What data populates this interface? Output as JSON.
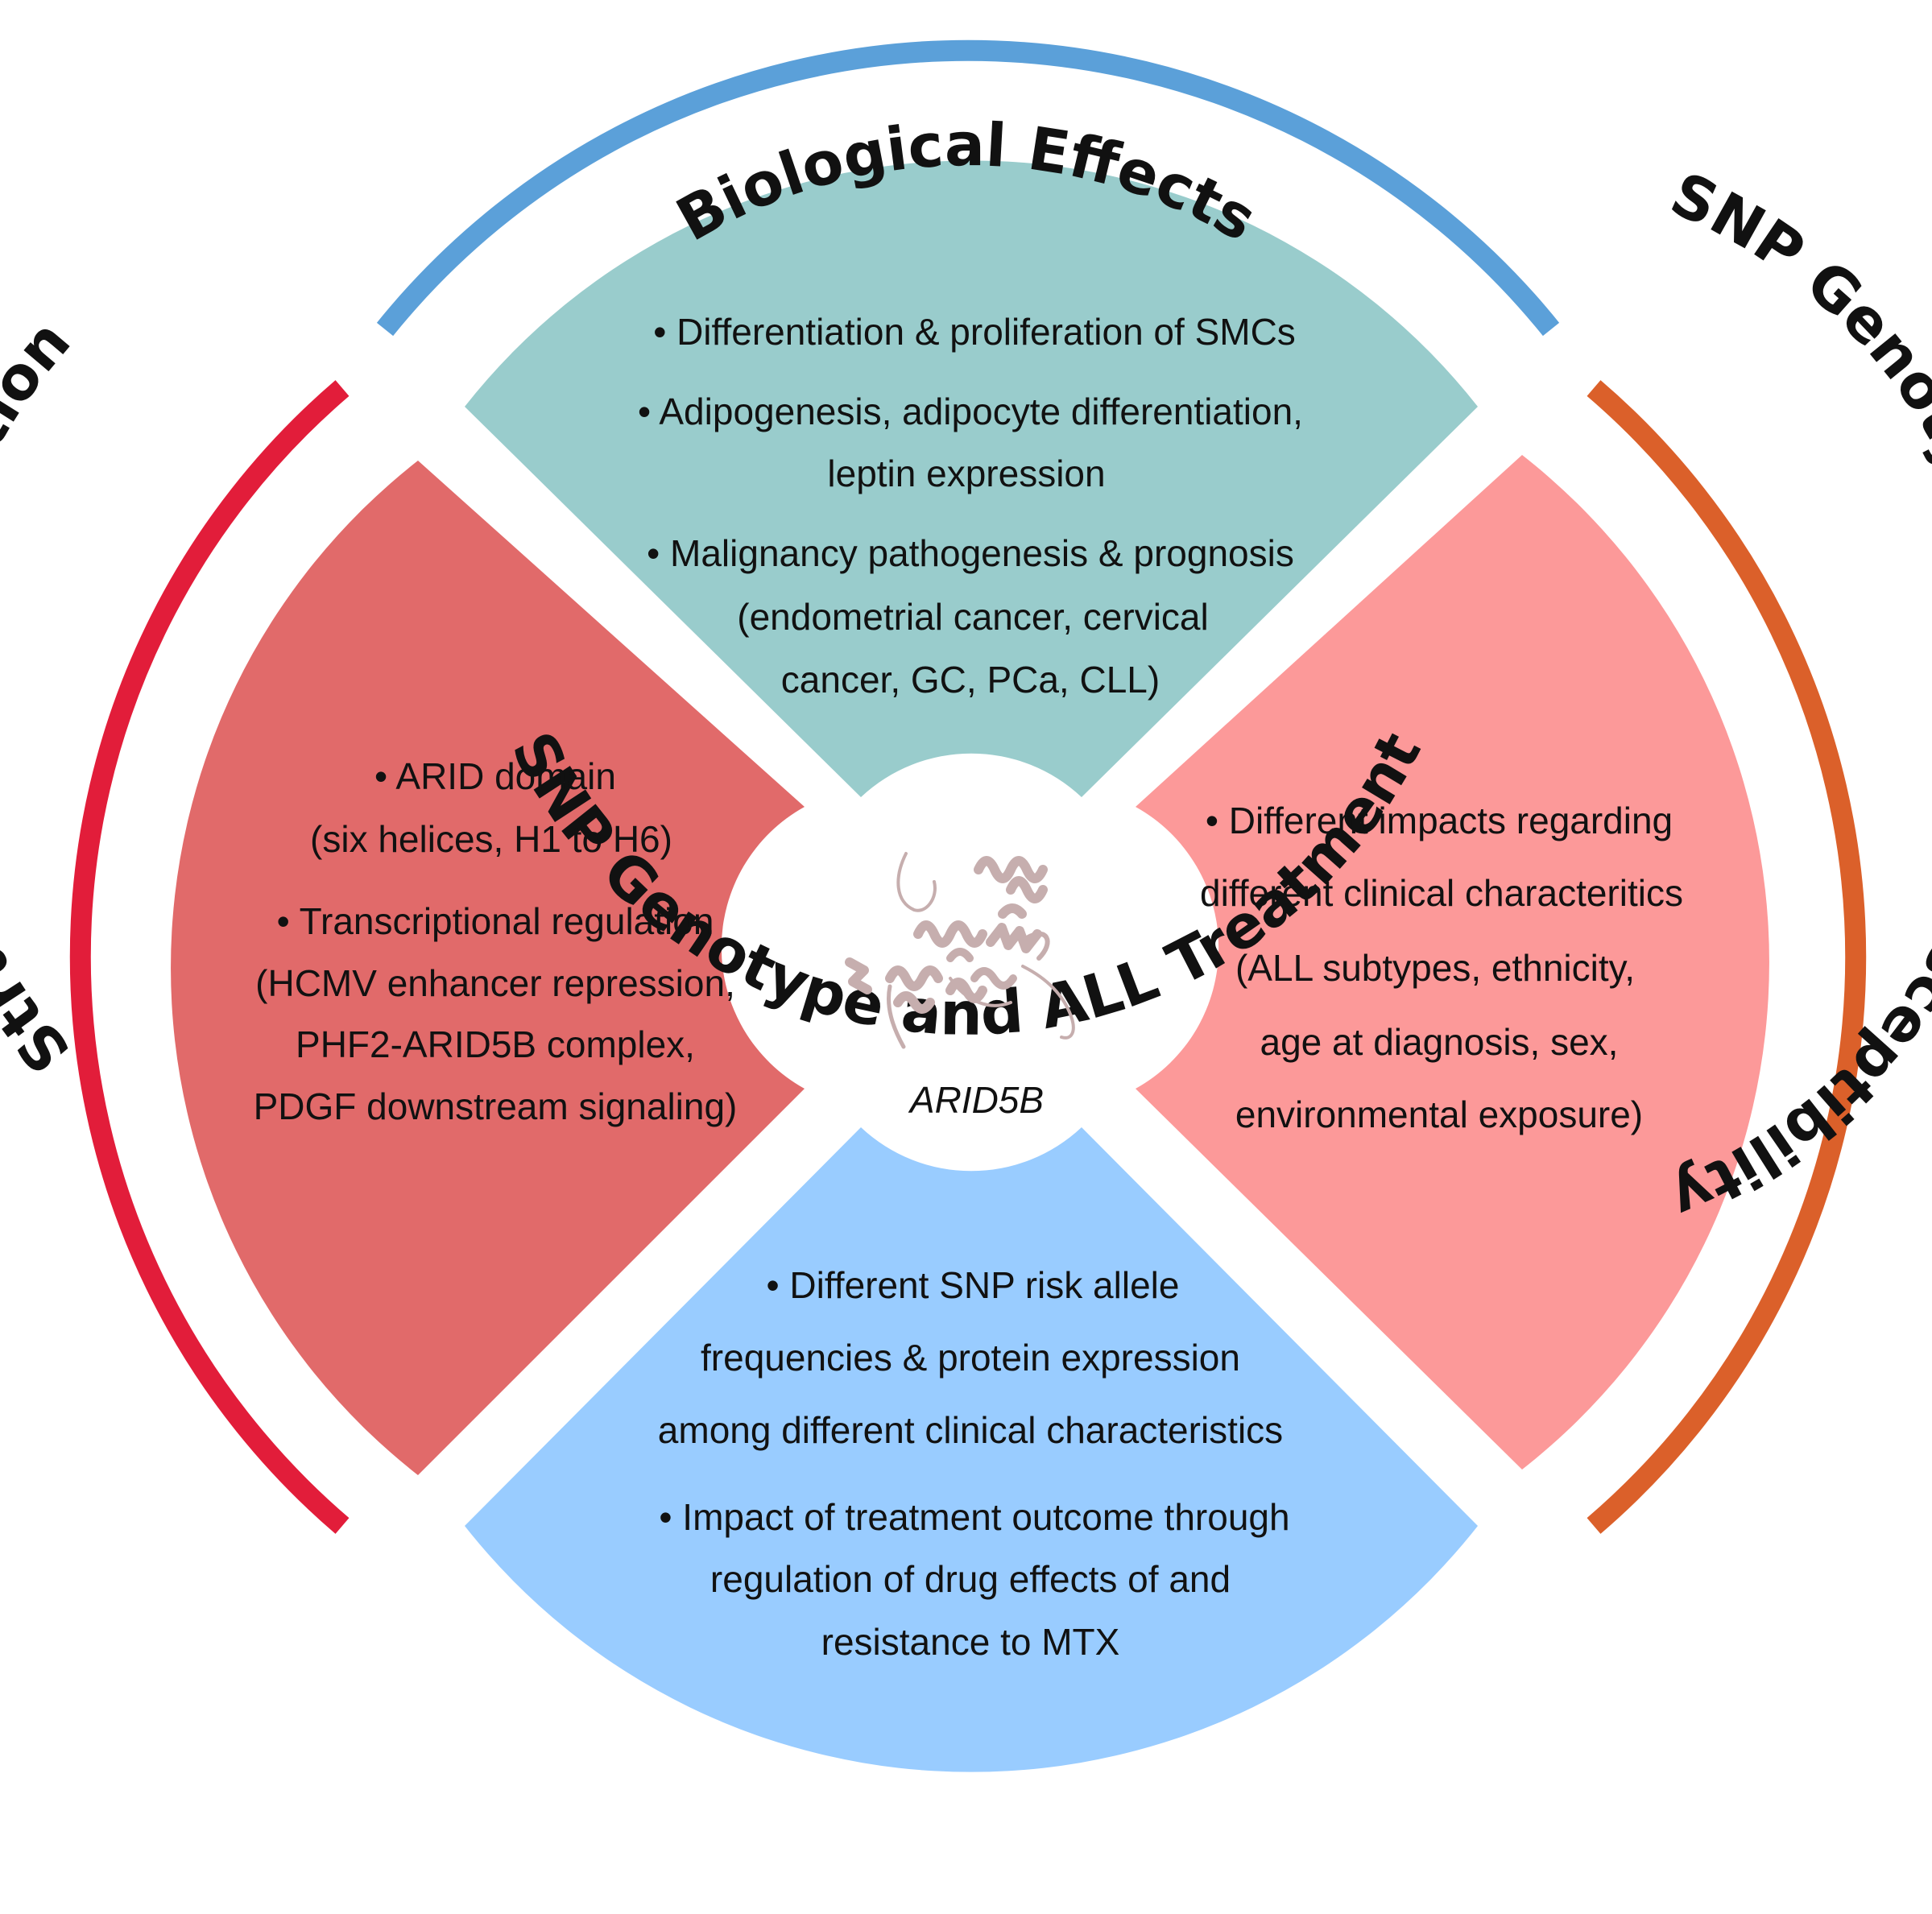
{
  "center": {
    "label": "ARID5B"
  },
  "colors": {
    "top_sector": "#99cccc",
    "left_sector": "#e16a6a",
    "right_sector": "#fc9999",
    "bottom_sector": "#99ccff",
    "top_arc": "#5ba0d9",
    "left_arc": "#e21d3a",
    "right_arc": "#db602a",
    "protein": "#c6aeae"
  },
  "arcs": {
    "top": {
      "label": "Biological Effects"
    },
    "left": {
      "label": "Structure and Function"
    },
    "right": {
      "label": "SNP Genotype and ALL Susceptibility"
    },
    "bottom": {
      "label": "SNP Genotype and ALL Treatment"
    }
  },
  "sectors": {
    "top": {
      "lines": [
        "• Differentiation & proliferation of SMCs",
        "• Adipogenesis, adipocyte differentiation,",
        "leptin expression",
        "• Malignancy pathogenesis & prognosis",
        "(endometrial cancer, cervical",
        "cancer, GC, PCa, CLL)"
      ]
    },
    "left": {
      "lines": [
        "• ARID domain",
        "(six helices, H1 to H6)",
        "• Transcriptional regulation",
        "(HCMV enhancer repression,",
        "PHF2-ARID5B complex,",
        "PDGF downstream signaling)"
      ]
    },
    "right": {
      "lines": [
        "• Different impacts regarding",
        "different clinical characteritics",
        "(ALL subtypes, ethnicity,",
        "age at diagnosis, sex,",
        "environmental exposure)"
      ]
    },
    "bottom": {
      "lines": [
        "• Different SNP risk allele",
        "frequencies & protein expression",
        "among different clinical characteristics",
        "• Impact of treatment outcome through",
        "regulation of drug effects of and",
        "resistance to MTX"
      ]
    }
  }
}
